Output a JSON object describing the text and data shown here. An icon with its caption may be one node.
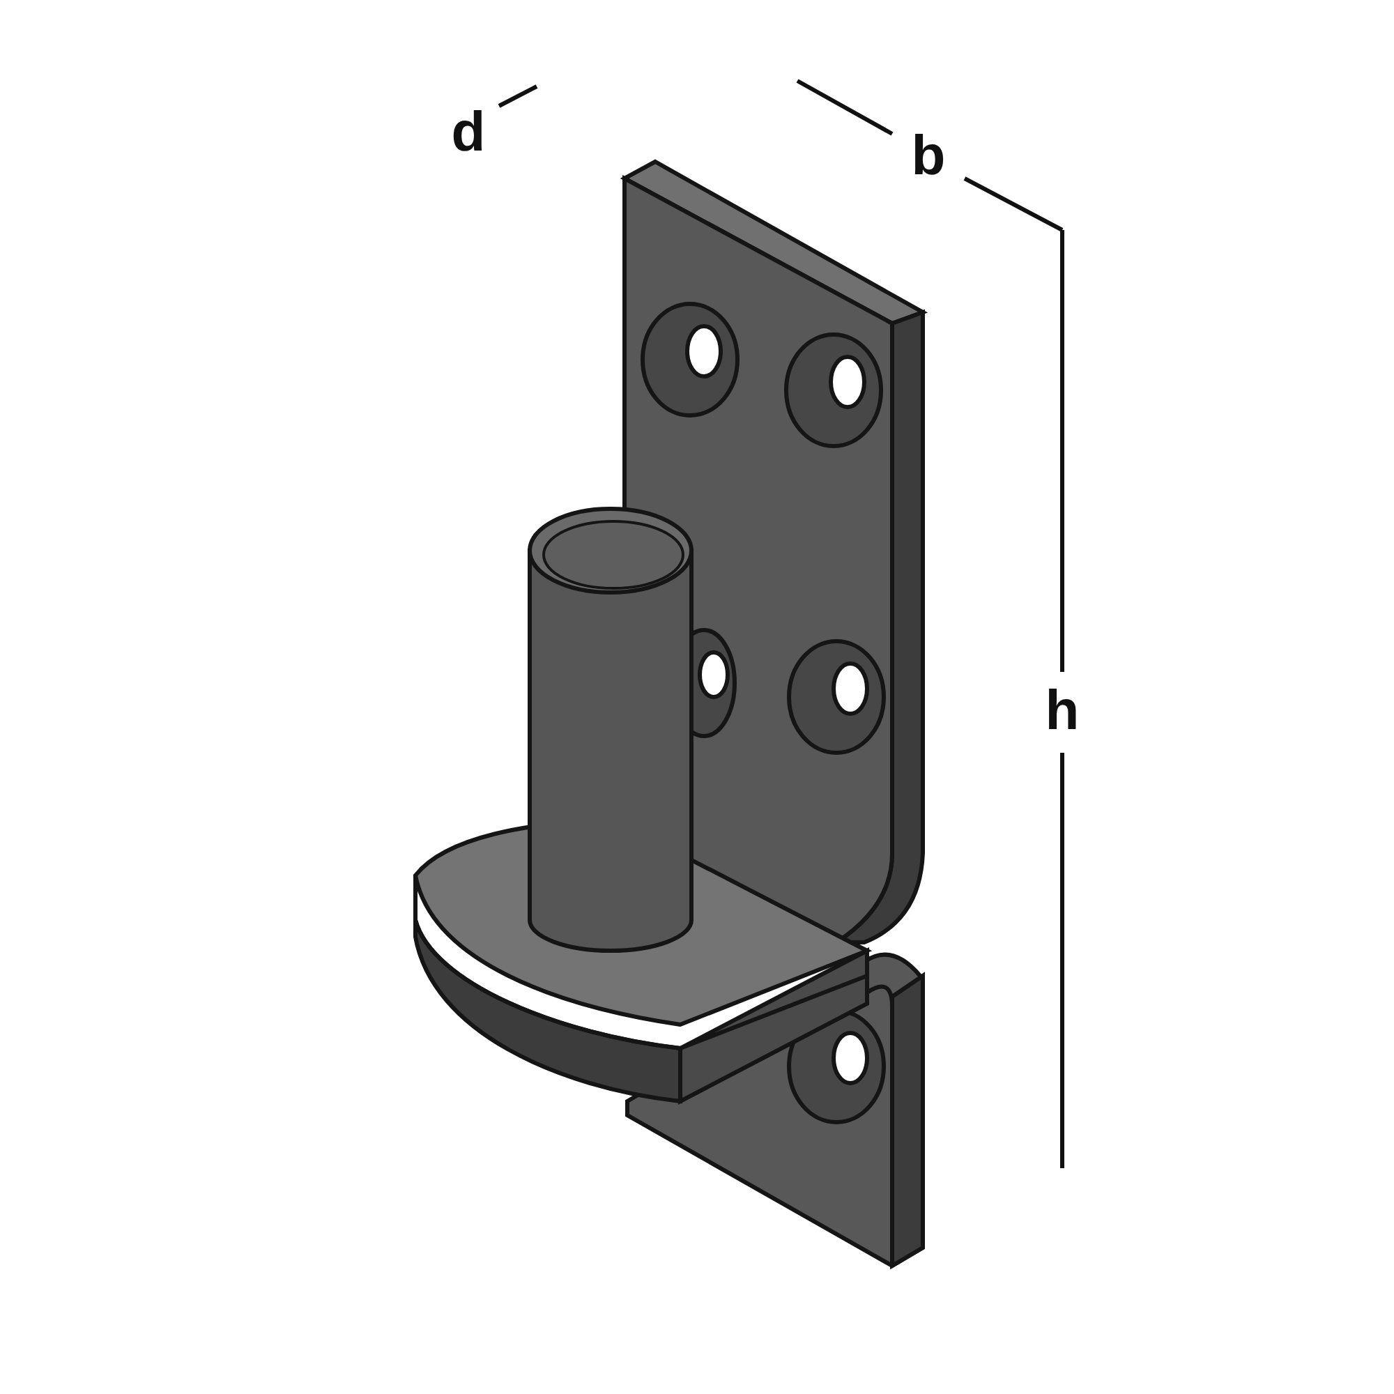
{
  "diagram": {
    "labels": [
      "d",
      "b",
      "h"
    ]
  }
}
